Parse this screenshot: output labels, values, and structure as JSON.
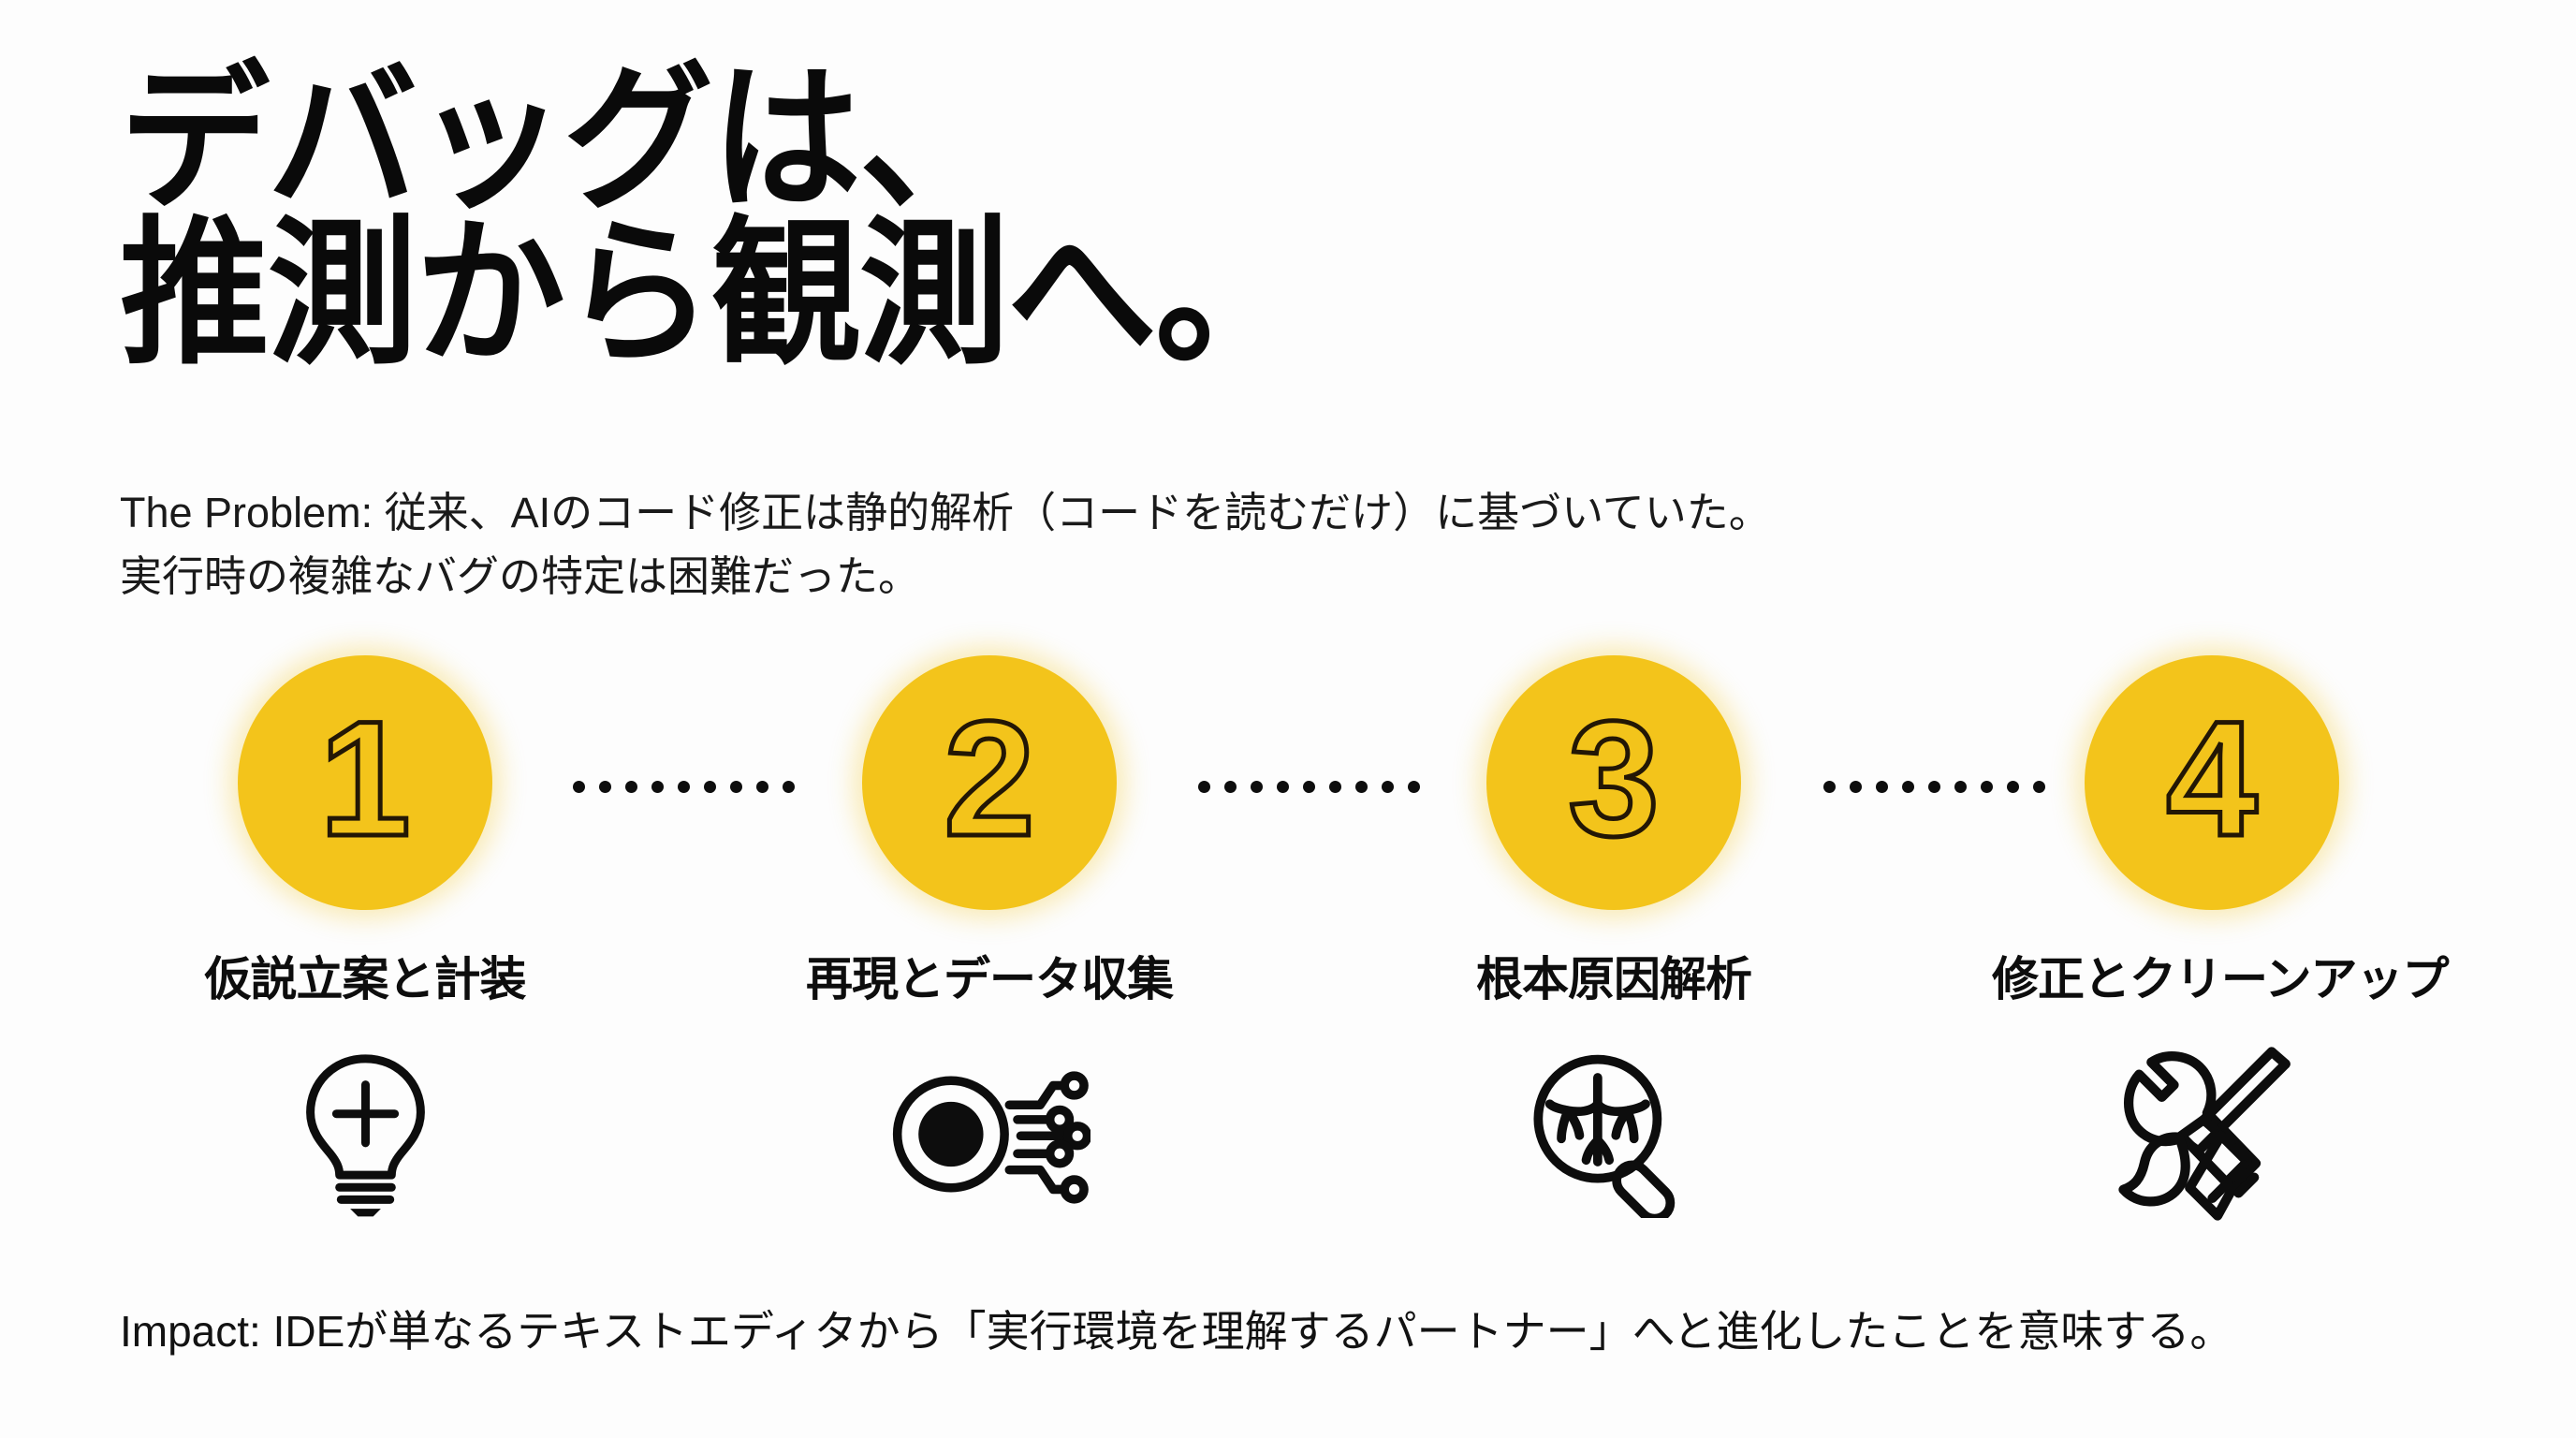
{
  "slide": {
    "background_color": "#FDFDFD",
    "accent_color": "#F3C41B",
    "text_color": "#0D0D0D"
  },
  "title": {
    "line1": "デバッグは、",
    "line2": "推測から観測へ。"
  },
  "problem": {
    "line1": "The Problem: 従来、AIのコード修正は静的解析（コードを読むだけ）に基づいていた。",
    "line2": "実行時の複雑なバグの特定は困難だった。"
  },
  "steps": [
    {
      "number": "1",
      "label": "仮説立案と計装",
      "icon": "lightbulb-plus-icon"
    },
    {
      "number": "2",
      "label": "再現とデータ収集",
      "icon": "record-circuit-icon"
    },
    {
      "number": "3",
      "label": "根本原因解析",
      "icon": "magnifier-roots-icon"
    },
    {
      "number": "4",
      "label": "修正とクリーンアップ",
      "icon": "wrench-broom-icon"
    }
  ],
  "connectors": [
    {
      "icon": "dotted-arrow-right-icon",
      "dot_count": 9
    },
    {
      "icon": "dotted-arrow-right-icon",
      "dot_count": 9
    },
    {
      "icon": "dotted-arrow-right-icon",
      "dot_count": 9
    }
  ],
  "impact": {
    "line1": "Impact: IDEが単なるテキストエディタから「実行環境を理解するパートナー」へと進化したことを意味する。"
  }
}
